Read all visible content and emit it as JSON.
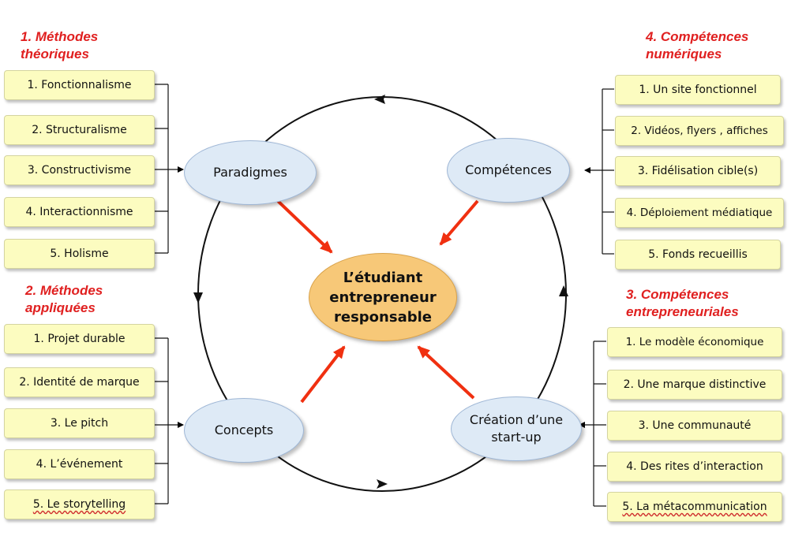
{
  "center": {
    "line1": "L’étudiant",
    "line2": "entrepreneur",
    "line3": "responsable"
  },
  "nodes": {
    "paradigmes": "Paradigmes",
    "competences": "Compétences",
    "concepts": "Concepts",
    "creation_line1": "Création d’une",
    "creation_line2": "start-up"
  },
  "groups": {
    "g1": {
      "title_line1": "1. Méthodes",
      "title_line2": "théoriques",
      "items": [
        "1. Fonctionnalisme",
        "2. Structuralisme",
        "3. Constructivisme",
        "4. Interactionnisme",
        "5. Holisme"
      ]
    },
    "g2": {
      "title_line1": "2. Méthodes",
      "title_line2": "appliquées",
      "items": [
        "1. Projet durable",
        "2. Identité de marque",
        "3. Le pitch",
        "4. L’événement",
        "5. Le storytelling"
      ]
    },
    "g3": {
      "title_line1": "3. Compétences",
      "title_line2": "entrepreneuriales",
      "items": [
        "1. Le modèle économique",
        "2. Une marque distinctive",
        "3. Une communauté",
        "4. Des rites d’interaction",
        "5. La métacommunication"
      ]
    },
    "g4": {
      "title_line1": "4. Compétences",
      "title_line2": "numériques",
      "items": [
        "1. Un site fonctionnel",
        "2. Vidéos, flyers , affiches",
        "3. Fidélisation cible(s)",
        "4. Déploiement médiatique",
        "5. Fonds recueillis"
      ]
    }
  },
  "colors": {
    "title_red": "#e02020",
    "box_fill": "#fcfcc0",
    "ellipse_fill": "#deeaf6",
    "center_fill": "#f7c878",
    "arrow_red": "#f03010"
  }
}
